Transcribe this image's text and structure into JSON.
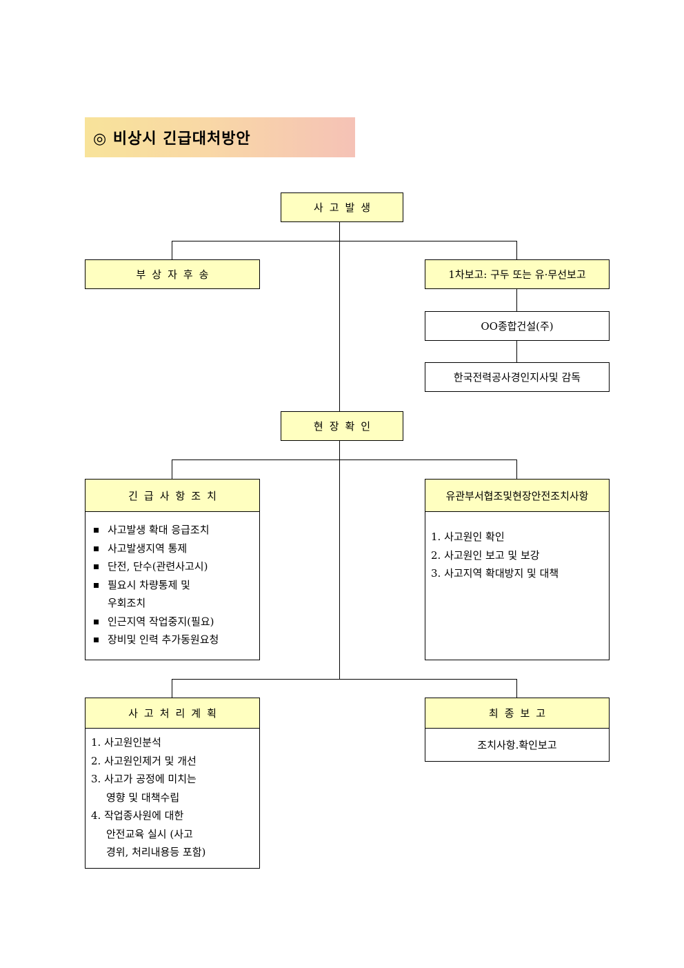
{
  "title": "◎ 비상시 긴급대처방안",
  "nodes": {
    "accident": "사고발생",
    "transport": "부상자후송",
    "report1": "1차보고: 구두 또는 유·무선보고",
    "company": "OO종합건설(주)",
    "kepco": "한국전력공사경인지사및 감독",
    "site_check": "현장확인",
    "emergency": "긴급사항조치",
    "cooperation": "유관부서협조및현장안전조치사항",
    "plan": "사고처리계획",
    "final": "최종보고"
  },
  "emergency_items": [
    "사고발생 확대 응급조치",
    "사고발생지역 통제",
    "단전, 단수(관련사고시)",
    "필요시 차량통제 및",
    "우회조치",
    "인근지역 작업중지(필요)",
    "장비및 인력 추가동원요청"
  ],
  "cooperation_items": [
    "1. 사고원인 확인",
    "2. 사고원인 보고 및 보강",
    "3. 사고지역 확대방지 및 대책"
  ],
  "plan_items": [
    "1. 사고원인분석",
    "2. 사고원인제거 및 개선",
    "3. 사고가 공정에 미치는",
    "영향 및 대책수립",
    "4. 작업종사원에 대한",
    "안전교육 실시 (사고",
    "경위, 처리내용등 포함)"
  ],
  "final_content": "조치사항.확인보고",
  "colors": {
    "node_fill": "#ffffc0",
    "title_gradient_start": "#f8e39a",
    "title_gradient_end": "#f5c2b6"
  }
}
